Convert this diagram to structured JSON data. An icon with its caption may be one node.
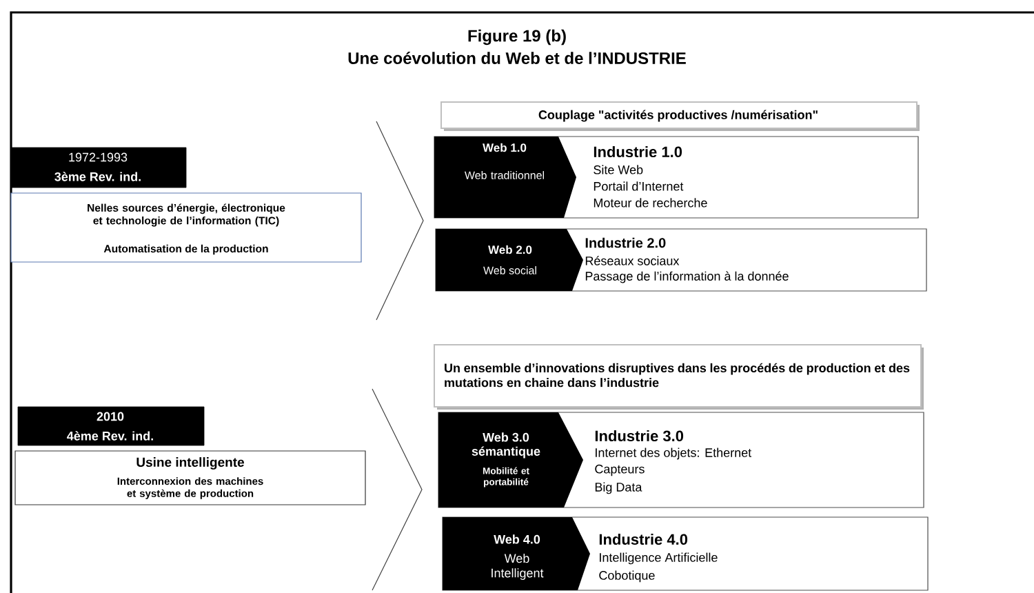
{
  "diagram": {
    "title": "Figure 19 (b)",
    "nodes": [
      {
        "text": [
          "1972-1993",
          "3ème Rev. ind."
        ]
      },
      {
        "text": [
          "Nelles sources d’énergie, électronique et technologie de l’information (TIC)",
          "Automatisation de la production"
        ]
      },
      {
        "text": [
          "Couplage \"activités productives /numérisation\""
        ]
      },
      {
        "text": [
          "Web 1.0",
          "Web traditionnel",
          "Industrie 1.0",
          "Site Web",
          "Portail d’Internet",
          "Moteur de recherche"
        ]
      },
      {
        "text": [
          "Web 2.0",
          "Web social",
          "Industrie 2.0",
          "Réseaux sociaux",
          "Passage de l’information à la donnée"
        ]
      },
      {
        "text": [
          "2010",
          "4ème Rev. ind."
        ]
      },
      {
        "text": [
          "Usine intelligente",
          "Interconnexion des machines et système de production"
        ]
      },
      {
        "text": [
          "Un ensemble d’innovations disruptives dans les procédés de production et des mutations en chaine dans l’industrie"
        ]
      },
      {
        "text": [
          "Web 3.0",
          "sémantique",
          "Mobilité et portabilité",
          "Industrie 3.0",
          "Internet des objets: Ethernet",
          "Capteurs",
          "Big Data"
        ]
      },
      {
        "text": [
          "Web 4.0",
          "Web Intelligent",
          "Industrie 4.0",
          "Intelligence Artificielle",
          "Cobotique"
        ]
      }
    ],
    "labels": [
      "Une coévolution du Web et de l’INDUSTRIE"
    ]
  }
}
